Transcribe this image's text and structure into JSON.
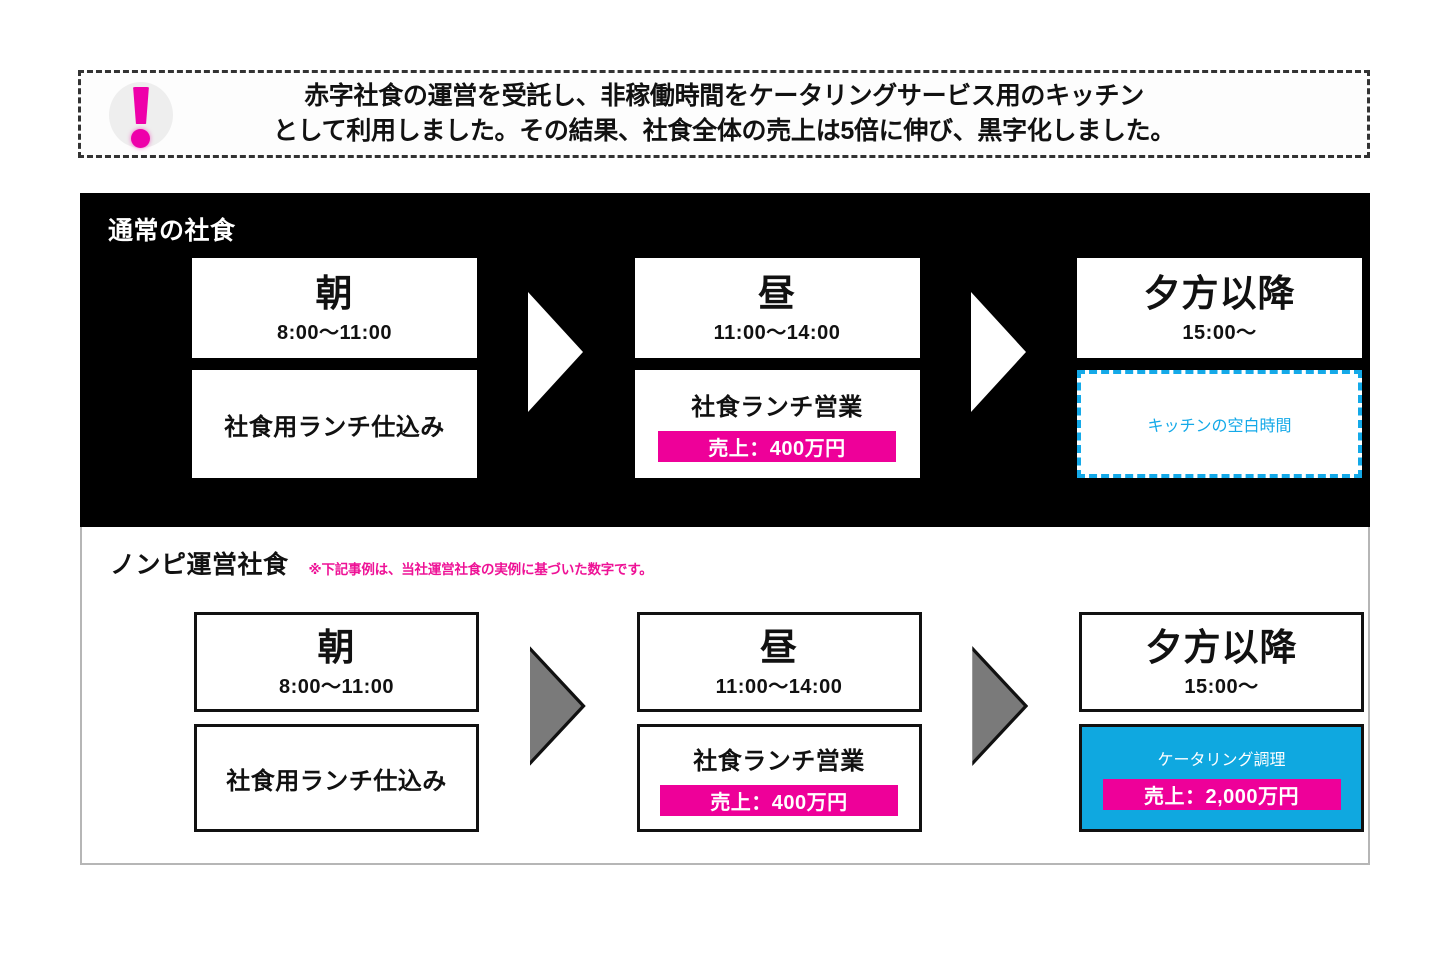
{
  "callout": {
    "icon": "exclamation-icon",
    "line1": "赤字社食の運営を受託し、非稼働時間をケータリングサービス用のキッチン",
    "line2": "として利用しました。その結果、社食全体の売上は5倍に伸び、黒字化しました。"
  },
  "colors": {
    "magenta": "#EE0099",
    "cyan": "#0FA8E0",
    "panel_black": "#000000",
    "arrow_gray": "#7A7A7A"
  },
  "panels": [
    {
      "id": "normal",
      "title": "通常の社食",
      "note": "",
      "arrow_style": "white",
      "columns": [
        {
          "period": "朝",
          "hours": "8:00〜11:00",
          "task": "社食用ランチ仕込み",
          "badge": "",
          "style": "plain"
        },
        {
          "period": "昼",
          "hours": "11:00〜14:00",
          "task": "社食ランチ営業",
          "badge": "売上：400万円",
          "style": "plain"
        },
        {
          "period": "夕方以降",
          "hours": "15:00〜",
          "task": "キッチンの空白時間",
          "badge": "",
          "style": "idle"
        }
      ]
    },
    {
      "id": "nonpi",
      "title": "ノンピ運営社食",
      "note": "※下記事例は、当社運営社食の実例に基づいた数字です。",
      "arrow_style": "gray",
      "columns": [
        {
          "period": "朝",
          "hours": "8:00〜11:00",
          "task": "社食用ランチ仕込み",
          "badge": "",
          "style": "plain"
        },
        {
          "period": "昼",
          "hours": "11:00〜14:00",
          "task": "社食ランチ営業",
          "badge": "売上：400万円",
          "style": "plain"
        },
        {
          "period": "夕方以降",
          "hours": "15:00〜",
          "task": "ケータリング調理",
          "badge": "売上：2,000万円",
          "style": "catering"
        }
      ]
    }
  ]
}
